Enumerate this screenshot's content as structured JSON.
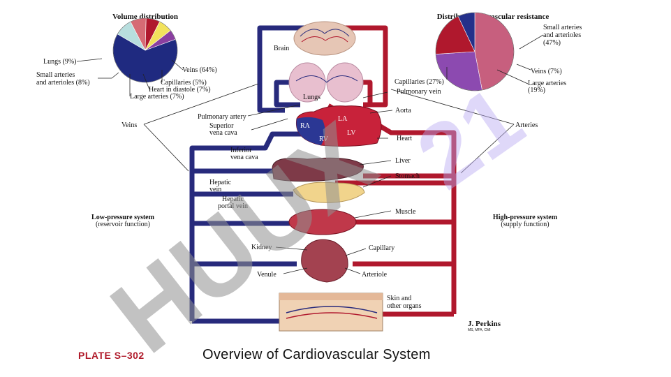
{
  "volume_chart": {
    "title": "Volume distribution",
    "colors": {
      "veins": "#1f2a80",
      "lungs": "#b8dede",
      "small_arteries": "#d66a74",
      "large_arteries": "#b0182d",
      "heart": "#f2e25c",
      "capillaries": "#8a3fa0"
    },
    "labels": {
      "veins": "Veins (64%)",
      "lungs": "Lungs (9%)",
      "small_arteries_l1": "Small arteries",
      "small_arteries_l2": "and arterioles (8%)",
      "capillaries": "Capillaries (5%)",
      "heart": "Heart in diastole (7%)",
      "large_arteries": "Large arteries (7%)"
    }
  },
  "resistance_chart": {
    "title": "Distribution of vascular resistance",
    "colors": {
      "small_arteries": "#c75f7e",
      "capillaries": "#8c4ab0",
      "large_arteries": "#b0182d",
      "veins": "#24308a"
    },
    "labels": {
      "small_arteries_l1": "Small arteries",
      "small_arteries_l2": "and arterioles",
      "small_arteries_l3": "(47%)",
      "capillaries": "Capillaries (27%)",
      "veins": "Veins (7%)",
      "large_arteries_l1": "Large arteries",
      "large_arteries_l2": "(19%)"
    }
  },
  "chart_data": [
    {
      "type": "pie",
      "title": "Volume distribution",
      "categories": [
        "Veins",
        "Lungs",
        "Small arteries and arterioles",
        "Large arteries",
        "Heart in diastole",
        "Capillaries"
      ],
      "values": [
        64,
        9,
        8,
        7,
        7,
        5
      ]
    },
    {
      "type": "pie",
      "title": "Distribution of vascular resistance",
      "categories": [
        "Small arteries and arterioles",
        "Capillaries",
        "Large arteries",
        "Veins"
      ],
      "values": [
        47,
        27,
        19,
        7
      ]
    }
  ],
  "organs": {
    "brain": "Brain",
    "lungs": "Lungs",
    "heart": "Heart",
    "liver": "Liver",
    "stomach": "Stomach",
    "muscle": "Muscle",
    "kidney": "Kidney",
    "skin_l1": "Skin and",
    "skin_l2": "other organs"
  },
  "vessels": {
    "pulmonary_vein": "Pulmonary vein",
    "aorta": "Aorta",
    "pulmonary_artery": "Pulmonary artery",
    "superior_vc_l1": "Superior",
    "superior_vc_l2": "vena cava",
    "inferior_vc_l1": "Inferior",
    "inferior_vc_l2": "vena cava",
    "hepatic_vein_l1": "Hepatic",
    "hepatic_vein_l2": "vein",
    "hepatic_portal_l1": "Hepatic",
    "hepatic_portal_l2": "portal vein",
    "capillary": "Capillary",
    "venule": "Venule",
    "arteriole": "Arteriole",
    "veins": "Veins",
    "arteries": "Arteries"
  },
  "chambers": {
    "ra": "RA",
    "la": "LA",
    "rv": "RV",
    "lv": "LV"
  },
  "systems": {
    "low_title": "Low-pressure system",
    "low_sub": "(reservoir function)",
    "high_title": "High-pressure system",
    "high_sub": "(supply function)"
  },
  "signature": {
    "name": "J. Perkins",
    "credentials": "MS, MFA, CMI"
  },
  "plate": {
    "label": "PLATE S–302",
    "title": "Overview of Cardiovascular System"
  },
  "watermarks": {
    "gray": "HUUX",
    "purple": "21"
  }
}
